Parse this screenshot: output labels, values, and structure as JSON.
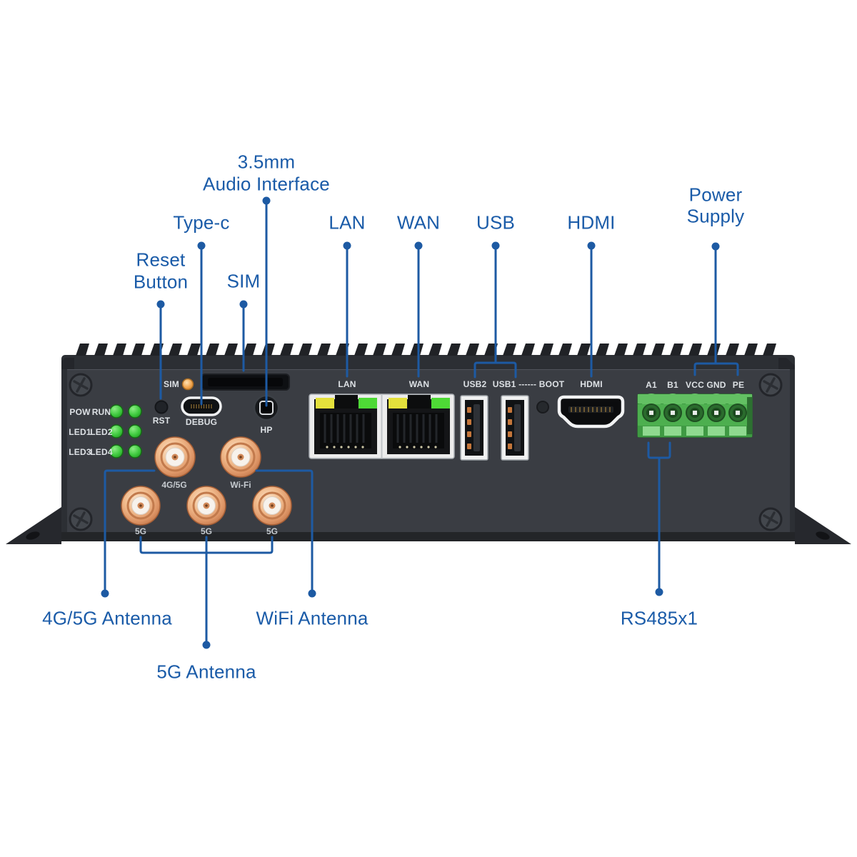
{
  "colors": {
    "accent_blue": "#1a5ba8",
    "device_body": "#2c2f34",
    "device_face": "#3a3d43",
    "led_green": "#3fca3f",
    "sim_led_amber": "#f0a24a",
    "terminal_green": "#4daf4f",
    "antenna_copper": "#e2a87b"
  },
  "callouts": {
    "audio": {
      "line1": "3.5mm",
      "line2": "Audio Interface"
    },
    "typec": {
      "label": "Type-c"
    },
    "reset": {
      "line1": "Reset",
      "line2": "Button"
    },
    "sim": {
      "label": "SIM"
    },
    "lan": {
      "label": "LAN"
    },
    "wan": {
      "label": "WAN"
    },
    "usb": {
      "label": "USB"
    },
    "hdmi": {
      "label": "HDMI"
    },
    "power": {
      "line1": "Power",
      "line2": "Supply"
    },
    "antenna_4g5g": {
      "label": "4G/5G Antenna"
    },
    "antenna_wifi": {
      "label": "WiFi Antenna"
    },
    "antenna_5g": {
      "label": "5G Antenna"
    },
    "rs485": {
      "label": "RS485x1"
    }
  },
  "panel": {
    "led_labels": [
      "POW",
      "RUN",
      "LED1",
      "LED2",
      "LED3",
      "LED4"
    ],
    "sim_led_label": "SIM",
    "reset_label": "RST",
    "debug_label": "DEBUG",
    "headphone_label": "HP",
    "lan_label": "LAN",
    "wan_label": "WAN",
    "usb2_label": "USB2",
    "usb1_boot_label": "USB1 ------ BOOT",
    "hdmi_label": "HDMI",
    "terminal_pins": [
      "A1",
      "B1",
      "VCC",
      "GND",
      "PE"
    ],
    "antenna_labels_top": [
      "4G/5G",
      "Wi-Fi"
    ],
    "antenna_labels_bottom": [
      "5G",
      "5G",
      "5G"
    ]
  }
}
